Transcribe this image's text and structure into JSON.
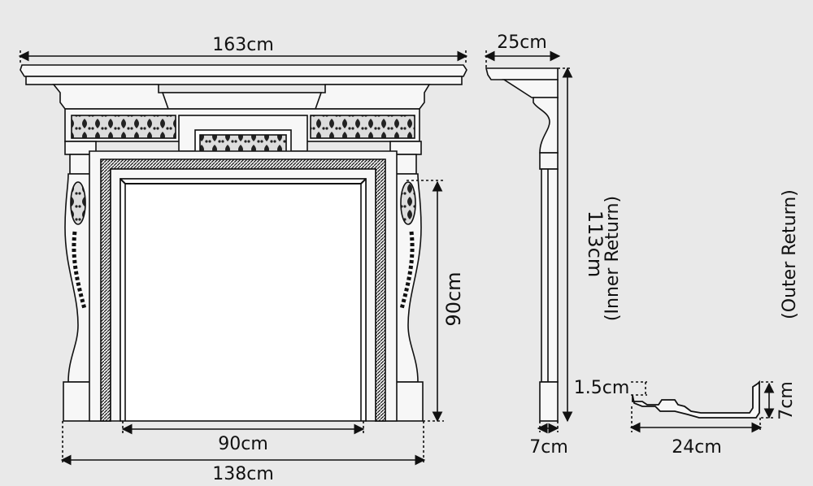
{
  "colors": {
    "background": "#e9e9e9",
    "ink": "#111111",
    "panel": "#f7f7f7"
  },
  "dimensions": {
    "overall_width": "163cm",
    "base_width": "138cm",
    "opening_width": "90cm",
    "opening_height": "90cm",
    "shelf_depth": "25cm",
    "total_height": "113cm",
    "inner_return": "(Inner Return)",
    "outer_return": "(Outer Return)",
    "leg_depth": "7cm",
    "profile_width": "24cm",
    "profile_height": "7cm",
    "profile_step": "1.5cm"
  }
}
